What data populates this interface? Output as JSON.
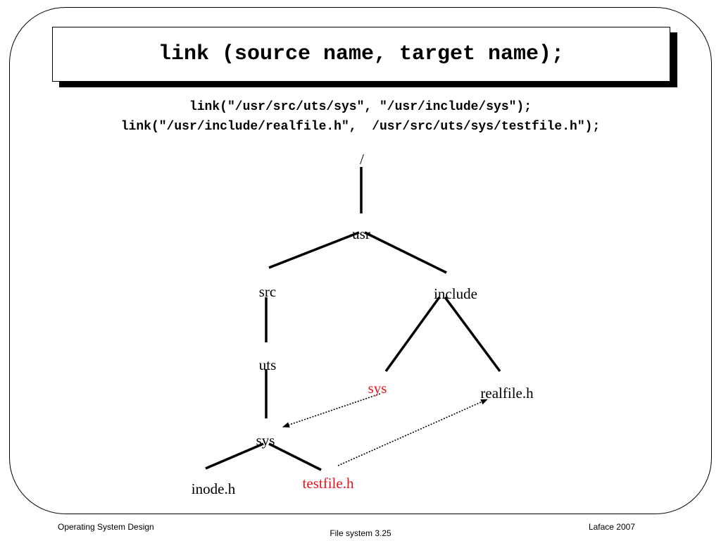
{
  "slide": {
    "title": "link (source name, target name);",
    "code_lines": [
      "link(\"/usr/src/uts/sys\", \"/usr/include/sys\");",
      "link(\"/usr/include/realfile.h\",  /usr/src/uts/sys/testfile.h\");"
    ]
  },
  "tree": {
    "nodes": {
      "root": "/",
      "usr": "usr",
      "src": "src",
      "include": "include",
      "uts": "uts",
      "include_sys": "sys",
      "realfile": "realfile.h",
      "src_sys": "sys",
      "inode": "inode.h",
      "testfile": "testfile.h"
    },
    "link_color": "#e8141c"
  },
  "footer": {
    "left": "Operating System Design",
    "center": "File system 3.25",
    "right": "Laface 2007"
  }
}
